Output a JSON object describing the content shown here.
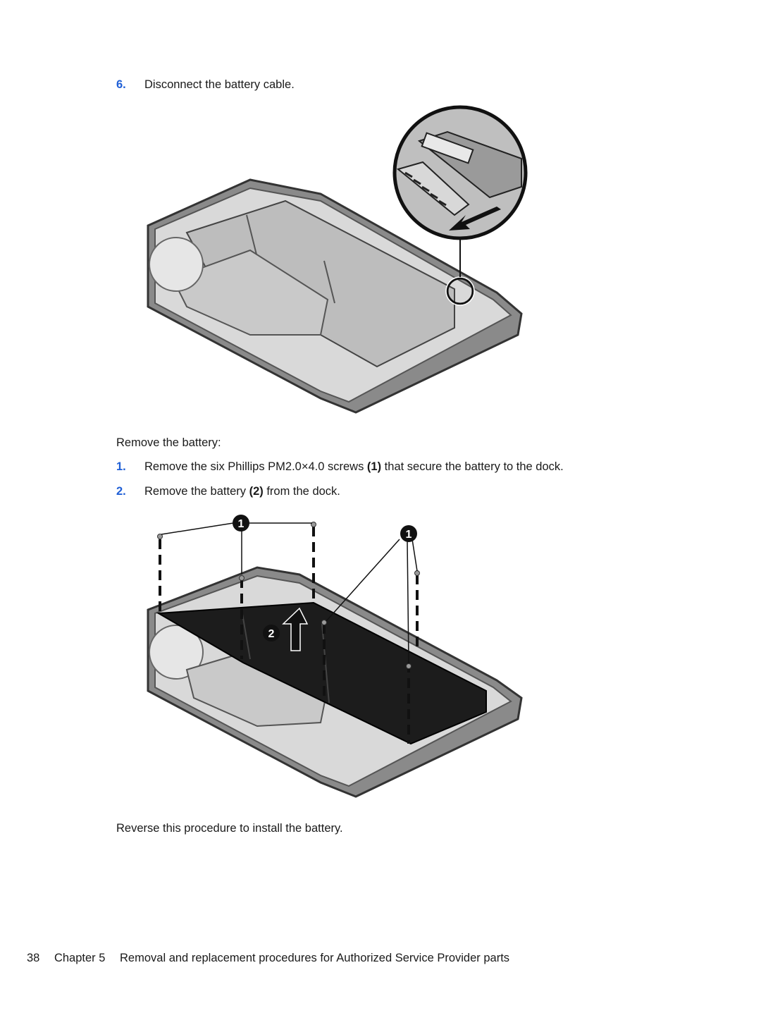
{
  "step6": {
    "num": "6.",
    "text": "Disconnect the battery cable."
  },
  "remove_intro": "Remove the battery:",
  "steps": [
    {
      "num": "1.",
      "pre": "Remove the six Phillips PM2.0×4.0 screws ",
      "bold": "(1)",
      "post": " that secure the battery to the dock."
    },
    {
      "num": "2.",
      "pre": "Remove the battery ",
      "bold": "(2)",
      "post": " from the dock."
    }
  ],
  "callouts": {
    "screws": "1",
    "battery": "2"
  },
  "reverse_note": "Reverse this procedure to install the battery.",
  "footer": {
    "page": "38",
    "chapter": "Chapter 5",
    "title": "Removal and replacement procedures for Authorized Service Provider parts"
  },
  "colors": {
    "step_number": "#1f5fd6",
    "text": "#1a1a1a"
  }
}
